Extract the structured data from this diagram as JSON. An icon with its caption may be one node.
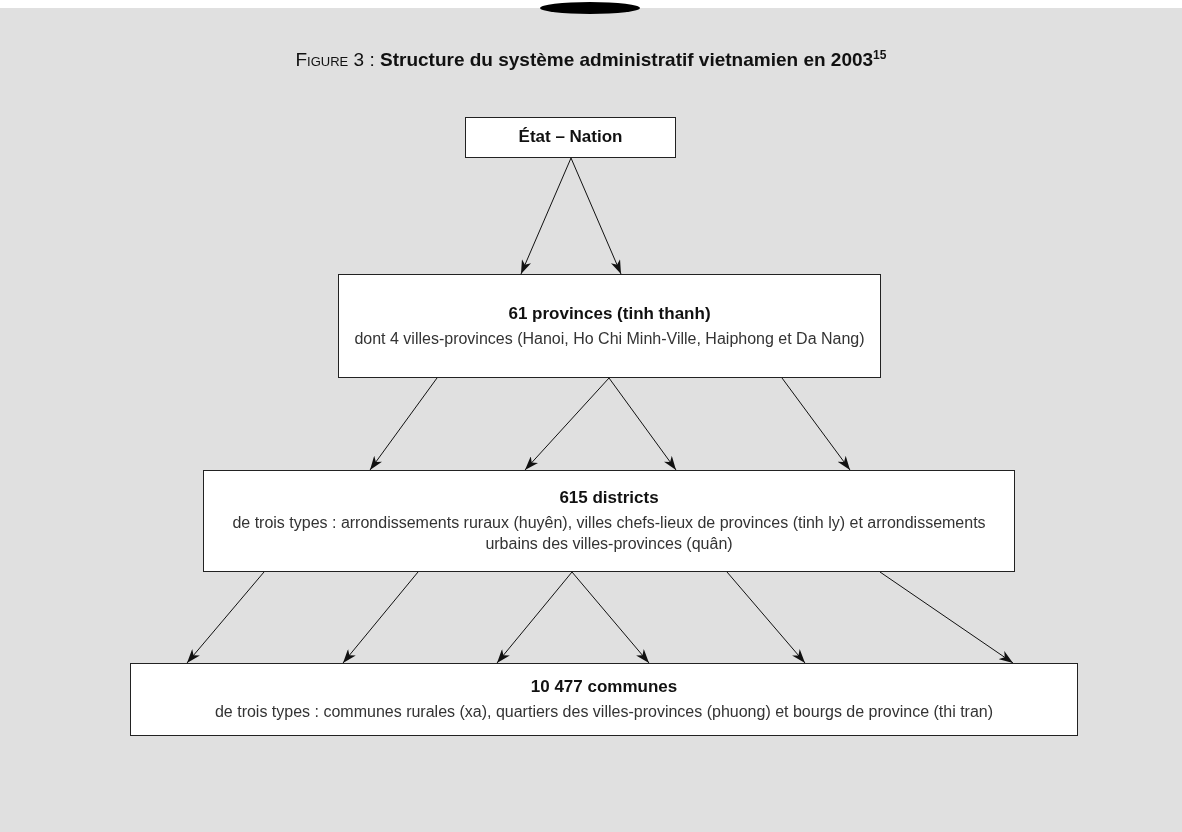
{
  "diagram": {
    "title": "Figure 3 : **Structure du système administratif vietnamien en 2003**$^{15}$",
    "nodes": [
      {
        "text": [
          "État – Nation"
        ]
      },
      {
        "text": [
          "61 provinces (tinh thanh)",
          "dont 4 villes-provinces (Hanoi, Ho Chi Minh-Ville, Haiphong et Da Nang)"
        ]
      },
      {
        "text": [
          "615 districts",
          "de trois types : arrondissements ruraux (huyên), villes chefs-lieux de provinces (tinh ly) et arrondissements urbains des villes-provinces (quân)"
        ]
      },
      {
        "text": [
          "10 477 communes",
          "de trois types : communes rurales (xa), quartiers des villes-provinces (phuong) et bourgs de province (thi tran)"
        ]
      }
    ],
    "edges": [
      {
        "from": 0,
        "to": 1,
        "arrow": "to"
      },
      {
        "from": 0,
        "to": 1,
        "arrow": "to"
      },
      {
        "from": 1,
        "to": 2,
        "arrow": "to"
      },
      {
        "from": 1,
        "to": 2,
        "arrow": "to"
      },
      {
        "from": 1,
        "to": 2,
        "arrow": "to"
      },
      {
        "from": 1,
        "to": 2,
        "arrow": "to"
      },
      {
        "from": 2,
        "to": 3,
        "arrow": "to"
      },
      {
        "from": 2,
        "to": 3,
        "arrow": "to"
      },
      {
        "from": 2,
        "to": 3,
        "arrow": "to"
      },
      {
        "from": 2,
        "to": 3,
        "arrow": "to"
      },
      {
        "from": 2,
        "to": 3,
        "arrow": "to"
      },
      {
        "from": 2,
        "to": 3,
        "arrow": "to"
      }
    ]
  }
}
